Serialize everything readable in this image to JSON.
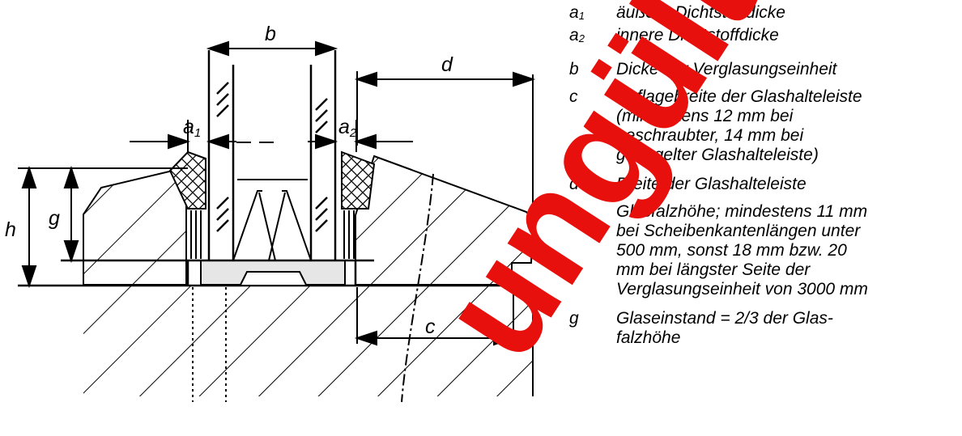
{
  "labels": {
    "b": "b",
    "d": "d",
    "a1_main": "a",
    "a1_sub": "1",
    "a2_main": "a",
    "a2_sub": "2",
    "h": "h",
    "g": "g",
    "c": "c"
  },
  "legend": [
    {
      "symbol": "a",
      "sub": "1",
      "text": "äußere Dichtstoffdicke"
    },
    {
      "symbol": "a",
      "sub": "2",
      "text": "innere Dichtstoffdicke"
    },
    {
      "symbol": "b",
      "sub": "",
      "text": "Dicke der Verglasungseinheit"
    },
    {
      "symbol": "c",
      "sub": "",
      "text": "Auflagebreite der Glashalteleiste\n(mindestens 12 mm bei\ngeschraubter, 14 mm bei\ngenagelter Glashalteleiste)"
    },
    {
      "symbol": "d",
      "sub": "",
      "text": "Breite der  Glashalteleiste"
    },
    {
      "symbol": "h",
      "sub": "",
      "text": "Glasfalzhöhe; mindestens 11 mm\nbei Scheibenkantenlängen unter\n500 mm, sonst 18 mm bzw. 20\nmm bei längster Seite der\nVerglasungseinheit von 3000 mm"
    },
    {
      "symbol": "g",
      "sub": "",
      "text": "Glaseinstand = 2/3 der   Glas-\nfalzhöhe"
    }
  ],
  "watermark": {
    "text": "ungültig",
    "color": "#e8100c"
  }
}
